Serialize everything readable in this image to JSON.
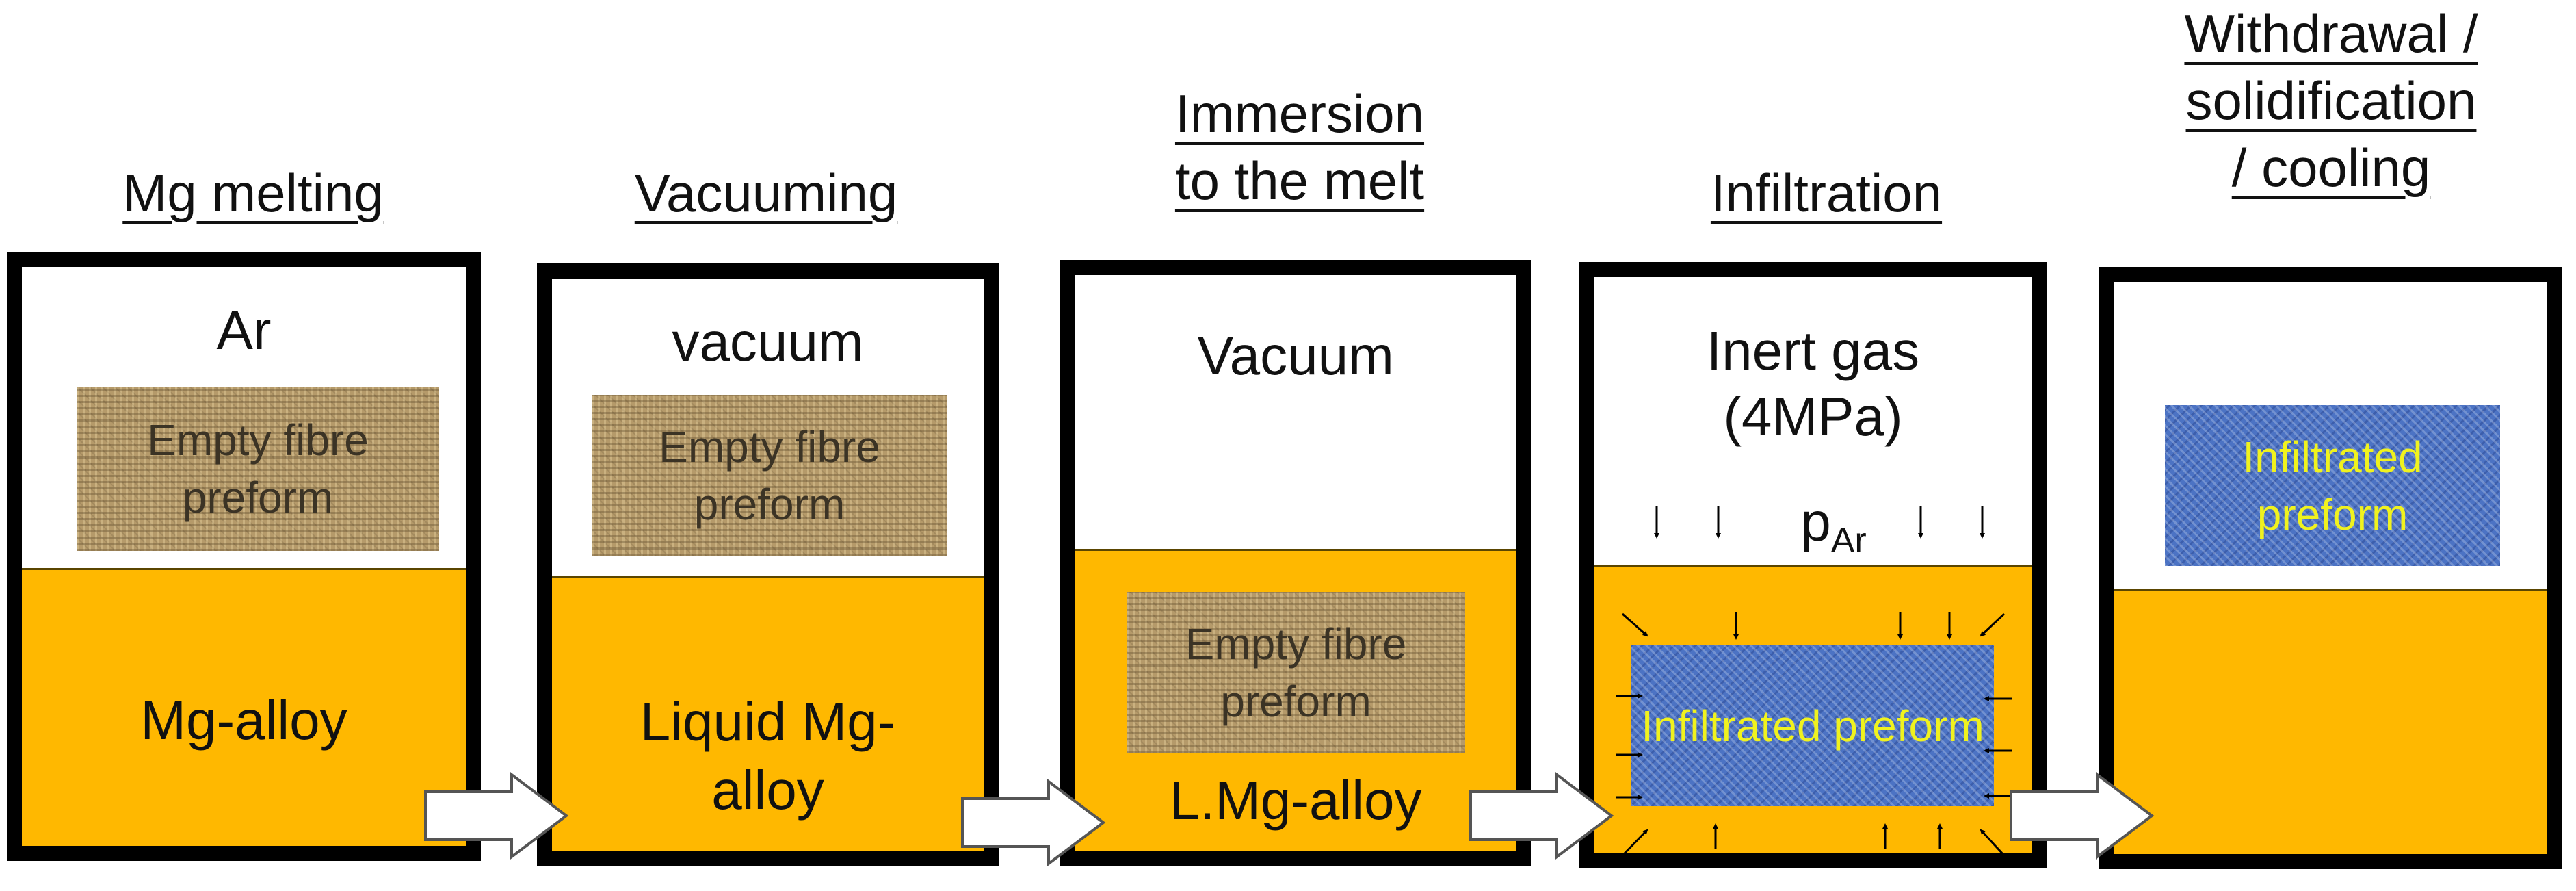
{
  "steps": [
    {
      "title": [
        "Mg melting"
      ],
      "gas_lines": [
        "Ar"
      ],
      "preform_text": "Empty fibre preform",
      "liquid_lines": [
        "Mg-alloy"
      ]
    },
    {
      "title": [
        "Vacuuming"
      ],
      "gas_lines": [
        "vacuum"
      ],
      "preform_text": "Empty fibre preform",
      "liquid_lines": [
        "Liquid Mg-",
        "alloy"
      ]
    },
    {
      "title": [
        "Immersion",
        "to the melt"
      ],
      "gas_lines": [
        "Vacuum"
      ],
      "preform_text": "Empty fibre preform",
      "liquid_lines": [
        "L.Mg-alloy"
      ]
    },
    {
      "title": [
        "Infiltration"
      ],
      "gas_lines": [
        "Inert gas",
        "(4MPa)"
      ],
      "pressure_label": "p",
      "pressure_subscript": "Ar",
      "preform_text": "Infiltrated preform"
    },
    {
      "title": [
        "Withdrawal /",
        "solidification",
        "/ cooling"
      ],
      "preform_text": "Infiltrated preform"
    }
  ],
  "colors": {
    "liquid": "#ffb800",
    "box_border": "#000000",
    "infiltrated_text": "#f0f21e",
    "empty_preform": "#b59a6a",
    "infiltrated_preform": "#4c73c4"
  },
  "connectors": [
    "block-arrow-icon",
    "block-arrow-icon",
    "block-arrow-icon",
    "block-arrow-icon"
  ]
}
